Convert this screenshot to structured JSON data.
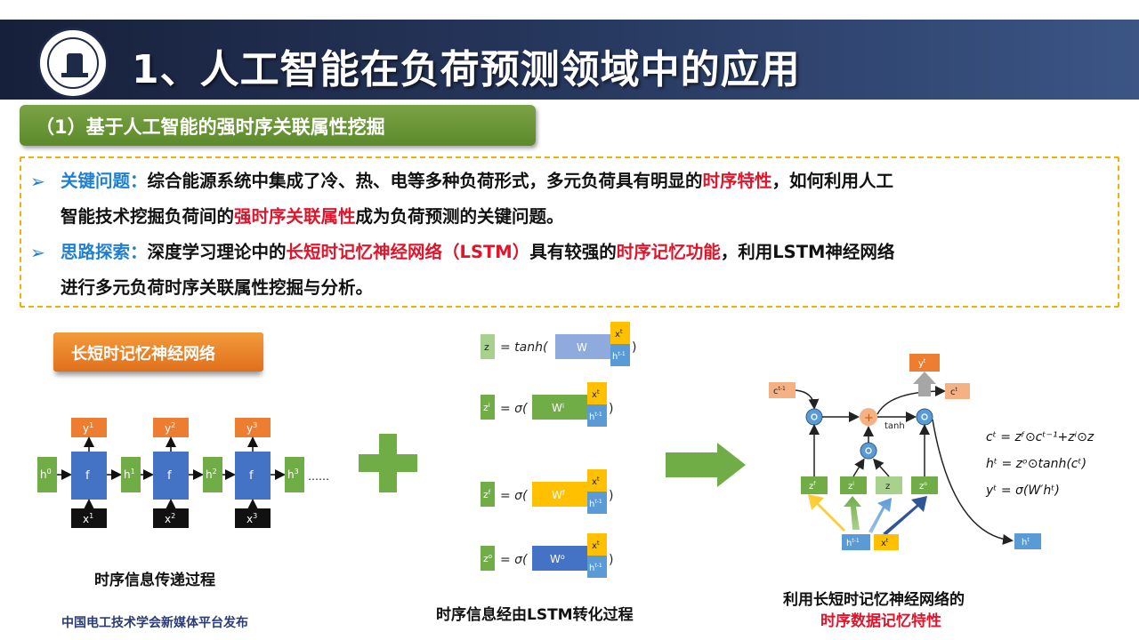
{
  "header": {
    "title": "1、人工智能在负荷预测领域中的应用",
    "logo_name": "university-seal"
  },
  "section": {
    "label": "（1）基于人工智能的强时序关联属性挖掘"
  },
  "problems": {
    "bullet": "➢",
    "item1": {
      "key": "关键问题：",
      "t1": "综合能源系统中集成了冷、热、电等多种负荷形式，多元负荷具有明显的",
      "hl1": "时序特性",
      "t2": "，如何利用人工",
      "t3": "智能技术挖掘负荷间的",
      "hl2": "强时序关联属性",
      "t4": "成为负荷预测的关键问题。"
    },
    "item2": {
      "key": "思路探索：",
      "t1": "深度学习理论中的",
      "hl1": "长短时记忆神经网络（LSTM）",
      "t2": "具有较强的",
      "hl2": "时序记忆功能",
      "t3": "，利用LSTM神经网络",
      "t4": "进行多元负荷时序关联属性挖掘与分析。"
    }
  },
  "left_panel": {
    "tag": "长短时记忆神经网络",
    "caption": "时序信息传递过程",
    "h_labels": [
      "h",
      "h",
      "h",
      "h"
    ],
    "h_sups": [
      "0",
      "1",
      "2",
      "3"
    ],
    "f_label": "f",
    "y_labels": [
      "y",
      "y",
      "y"
    ],
    "x_labels": [
      "x",
      "x",
      "x"
    ],
    "idx": [
      "1",
      "2",
      "3"
    ],
    "dots": "……"
  },
  "middle_panel": {
    "caption": "时序信息经由LSTM转化过程",
    "rows": [
      {
        "z": "z",
        "zsup": "",
        "func": "= tanh(",
        "w": "W",
        "wsup": ""
      },
      {
        "z": "z",
        "zsup": "i",
        "func": "= σ(",
        "w": "W",
        "wsup": "i"
      },
      {
        "z": "z",
        "zsup": "f",
        "func": "= σ(",
        "w": "W",
        "wsup": "f"
      },
      {
        "z": "z",
        "zsup": "o",
        "func": "= σ(",
        "w": "W",
        "wsup": "o"
      }
    ],
    "xt": "x",
    "xt_sup": "t",
    "ht": "h",
    "ht_sup": "t-1",
    "close": ")"
  },
  "right_panel": {
    "caption1": "利用长短时记忆神经网络的",
    "caption2": "时序数据记忆特性",
    "c_prev": "c",
    "c_prev_sup": "t-1",
    "c_t": "c",
    "c_t_sup": "t",
    "y_t": "y",
    "y_t_sup": "t",
    "h_t": "h",
    "h_t_sup": "t",
    "tanh": "tanh",
    "z_row": [
      {
        "base": "z",
        "sup": "f"
      },
      {
        "base": "z",
        "sup": "i"
      },
      {
        "base": "z",
        "sup": ""
      },
      {
        "base": "z",
        "sup": "o"
      }
    ],
    "in_h": "h",
    "in_h_sup": "t-1",
    "in_x": "x",
    "in_x_sup": "t",
    "eq1": "cᵗ = zᶠ⊙cᵗ⁻¹+zⁱ⊙z",
    "eq2": "hᵗ = zᵒ⊙tanh(cᵗ)",
    "eq3": "yᵗ = σ(W′hᵗ)"
  },
  "footer": {
    "note": "中国电工技术学会新媒体平台发布"
  },
  "colors": {
    "header_dark": "#17203a",
    "section_green": "#5b8a2a",
    "highlight_red": "#e0142a",
    "key_blue": "#1f7fd4",
    "box_gold": "#f0b400",
    "cell_blue": "#4472c4",
    "io_orange": "#ed7d31",
    "hidden_green": "#70ad47",
    "gate_yellow": "#ffc000",
    "h_blue": "#5b9bd5",
    "plus_green": "#70ad47"
  }
}
